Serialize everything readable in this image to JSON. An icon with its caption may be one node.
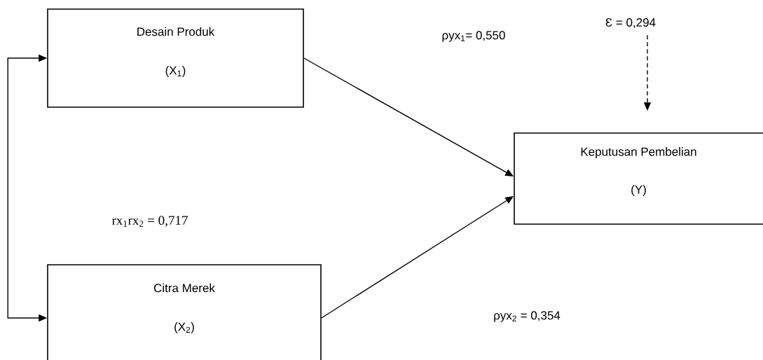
{
  "diagram": {
    "nodes": [
      {
        "text": [
          "Desain Produk",
          "(X$_{1}$)"
        ]
      },
      {
        "text": [
          "Citra Merek",
          "(X$_{2}$)"
        ]
      },
      {
        "text": [
          "Keputusan Pembelian",
          "(Y)"
        ]
      },
      {
        "text": [
          "Ɛ = 0,294"
        ]
      }
    ],
    "edges": [
      {
        "from": 0,
        "to": 2,
        "arrow": "to"
      },
      {
        "from": 1,
        "to": 2,
        "arrow": "to"
      },
      {
        "from": 3,
        "to": 2,
        "arrow": "to",
        "style": "dashed"
      },
      {
        "from": 0,
        "to": 1,
        "arrow": "both"
      }
    ],
    "labels": [
      "ρyx$_{1}$= 0,550",
      "rx$_{1}$rx$_{2}$ = 0,717",
      "ρyx$_{2}$ = 0,354"
    ]
  }
}
